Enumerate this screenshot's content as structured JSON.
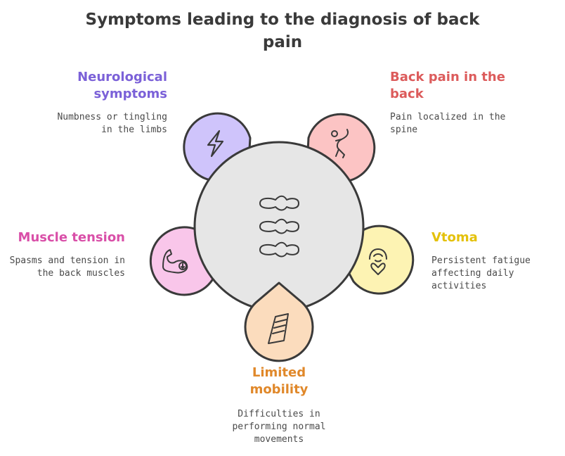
{
  "title": "Symptoms leading to the diagnosis of back pain",
  "nodes": {
    "neurological": {
      "heading": "Neurological symptoms",
      "description": "Numbness or tingling in the limbs",
      "color": "#7b61d8",
      "fill": "#cfc4fb",
      "icon": "lightning-icon"
    },
    "back_pain": {
      "heading": "Back pain in the back",
      "description": "Pain localized in the spine",
      "color": "#dc5b5b",
      "fill": "#fcc4c4",
      "icon": "stretching-person-icon"
    },
    "muscle_tension": {
      "heading": "Muscle tension",
      "description": "Spasms and tension in the back muscles",
      "color": "#d94fa8",
      "fill": "#f9c6ea",
      "icon": "flexed-arm-icon"
    },
    "vtoma": {
      "heading": "Vtoma",
      "description": "Persistent fatigue affecting daily activities",
      "color": "#e4c10a",
      "fill": "#fdf3b3",
      "icon": "tired-face-icon"
    },
    "limited_mobility": {
      "heading": "Limited mobility",
      "description": "Difficulties in performing normal movements",
      "color": "#e0882a",
      "fill": "#fbdcbd",
      "icon": "bandage-icon"
    }
  },
  "center": {
    "icon": "spine-vertebrae-icon",
    "fill": "#e6e6e6"
  }
}
